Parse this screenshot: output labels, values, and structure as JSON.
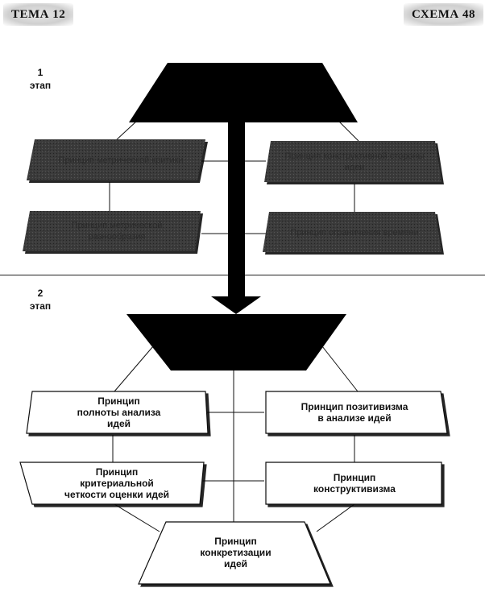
{
  "header": {
    "theme": "ТЕМА 12",
    "scheme": "СХЕМА 48"
  },
  "stages": {
    "stage1": "1\nэтап",
    "stage2": "2\nэтап"
  },
  "stage1_boxes": {
    "top_left": "Принцип метрической критики",
    "bottom_left": "Принцип метрической разнообразия",
    "top_right": "Принцип конструктивной стороны идеи",
    "bottom_right": "Принцип ограничения времени"
  },
  "stage2_boxes": {
    "top_left": "Принцип\nполноты анализа\nидей",
    "top_right": "Принцип позитивизма\nв анализе идей",
    "mid_left": "Принцип\nкритериальной\nчеткости оценки идей",
    "mid_right": "Принцип\nконструктивизма",
    "bottom": "Принцип\nконкретизации\nидей"
  },
  "colors": {
    "dark_fill": "#000000",
    "shaded_box": "#3a3a3a",
    "line": "#111111",
    "white_box": "#ffffff"
  }
}
